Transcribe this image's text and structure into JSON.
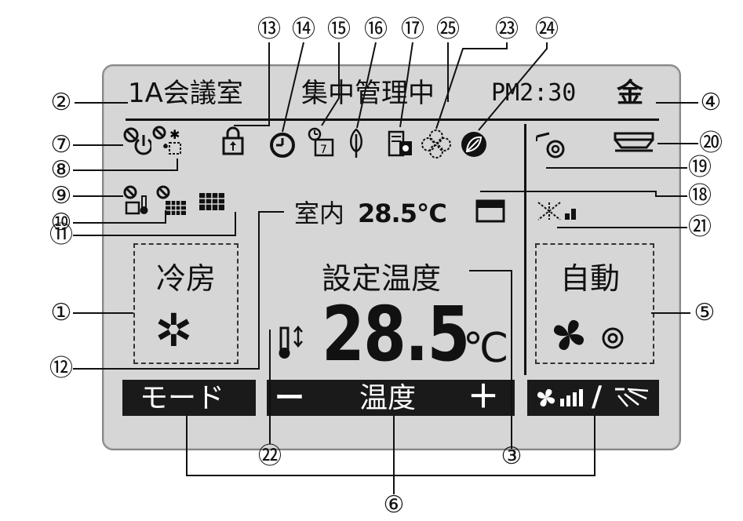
{
  "header": {
    "room_name": "1A会議室",
    "central_control": "集中管理中",
    "clock": "PM2:30",
    "weekday": "金"
  },
  "display": {
    "room_temp_label": "室内",
    "room_temp_value": "28.5℃",
    "set_temp_label": "設定温度",
    "set_temp_value": "28.5",
    "set_temp_unit": "℃",
    "mode_label": "冷房",
    "fan_label": "自動"
  },
  "buttons": {
    "mode": "モード",
    "minus": "ー",
    "temp": "温度",
    "plus": "＋",
    "fan_sep": "/"
  },
  "callouts": {
    "c1": "①",
    "c2": "②",
    "c3": "③",
    "c4": "④",
    "c5": "⑤",
    "c6": "⑥",
    "c7": "⑦",
    "c8": "⑧",
    "c9": "⑨",
    "c10": "⑩",
    "c11": "⑪",
    "c12": "⑫",
    "c13": "⑬",
    "c14": "⑭",
    "c15": "⑮",
    "c16": "⑯",
    "c17": "⑰",
    "c18": "⑱",
    "c19": "⑲",
    "c20": "⑳",
    "c21": "㉑",
    "c22": "㉒",
    "c23": "㉓",
    "c24": "㉔",
    "c25": "㉕"
  }
}
